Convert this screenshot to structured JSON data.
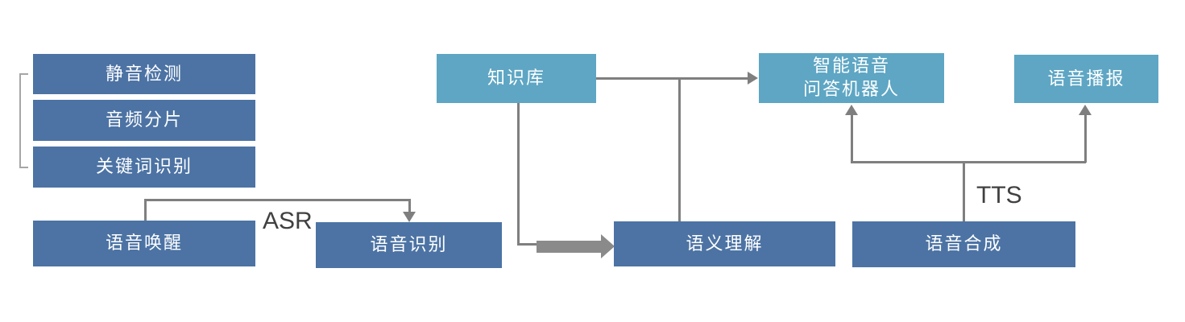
{
  "diagram": {
    "title_hint": "voice-ai-pipeline-flow-diagram",
    "colors": {
      "background": "#FFFFFF",
      "dark_box": "#4C73A4",
      "light_box": "#5EA6C4",
      "connector": "#7F7F7F",
      "thick_arrow": "#8A8A8A",
      "bracket": "#A6A6A6",
      "edge_label_text": "#404040",
      "box_text": "#FFFFFF"
    },
    "boxes": {
      "silence_detection": {
        "label": "静音检测",
        "variant": "dark"
      },
      "audio_segmentation": {
        "label": "音频分片",
        "variant": "dark"
      },
      "keyword_recognition": {
        "label": "关键词识别",
        "variant": "dark"
      },
      "voice_wakeup": {
        "label": "语音唤醒",
        "variant": "dark"
      },
      "speech_recognition": {
        "label": "语音识别",
        "variant": "dark"
      },
      "knowledge_base": {
        "label": "知识库",
        "variant": "light"
      },
      "semantic_understanding": {
        "label": "语义理解",
        "variant": "dark"
      },
      "qa_robot": {
        "label": "智能语音\n问答机器人",
        "variant": "light"
      },
      "speech_synthesis": {
        "label": "语音合成",
        "variant": "dark"
      },
      "voice_broadcast": {
        "label": "语音播报",
        "variant": "light"
      }
    },
    "edge_labels": {
      "asr": "ASR",
      "tts": "TTS"
    },
    "edges": [
      "voice_wakeup -> speech_recognition (ASR)",
      "knowledge_base -> semantic_understanding (thick arrow)",
      "knowledge_base -> qa_robot",
      "semantic_understanding -> knowledge_base/qa_robot line (branch)",
      "speech_synthesis -> qa_robot (TTS)",
      "speech_synthesis -> voice_broadcast (TTS)",
      "bracket groups: silence_detection, audio_segmentation, keyword_recognition"
    ]
  }
}
